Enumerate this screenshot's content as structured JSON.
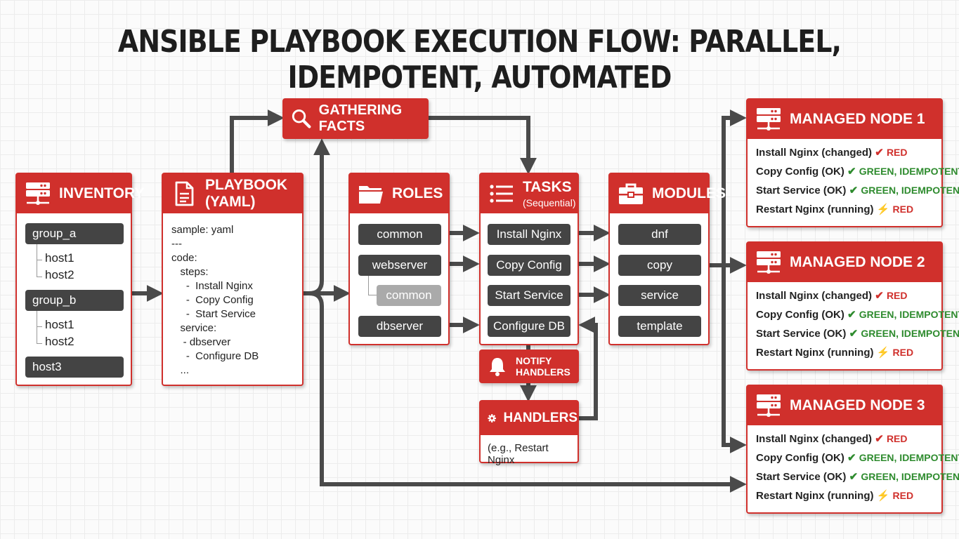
{
  "title": "ANSIBLE PLAYBOOK EXECUTION FLOW: PARALLEL, IDEMPOTENT, AUTOMATED",
  "inventory": {
    "header": "INVENTORY",
    "icon": "server-icon",
    "groups": [
      {
        "name": "group_a",
        "hosts": [
          "host1",
          "host2"
        ]
      },
      {
        "name": "group_b",
        "hosts": [
          "host1",
          "host2"
        ]
      },
      {
        "name": "host3",
        "hosts": []
      }
    ]
  },
  "playbook": {
    "header": "PLAYBOOK (YAML)",
    "icon": "document-icon",
    "lines": [
      "sample: yaml",
      "---",
      "code:",
      "   steps:",
      "     -  Install Nginx",
      "     -  Copy Config",
      "     -  Start Service",
      "   service:",
      "    - dbserver",
      "     -  Configure DB",
      "   ..."
    ]
  },
  "gathering_facts": {
    "label": "GATHERING FACTS",
    "icon": "search-icon"
  },
  "roles": {
    "header": "ROLES",
    "icon": "folder-icon",
    "items": [
      "common",
      "webserver",
      "common",
      "dbserver"
    ]
  },
  "tasks": {
    "header": "TASKS",
    "subheader": "(Sequential)",
    "icon": "list-icon",
    "items": [
      "Install Nginx",
      "Copy Config",
      "Start Service",
      "Configure DB"
    ]
  },
  "notify": {
    "line1": "NOTIFY",
    "line2": "HANDLERS",
    "icon": "bell-icon"
  },
  "handlers": {
    "header": "HANDLERS",
    "icon": "gear-icon",
    "example": "(e.g., Restart Nginx"
  },
  "modules": {
    "header": "MODULES",
    "icon": "toolbox-icon",
    "items": [
      "dnf",
      "copy",
      "service",
      "template"
    ]
  },
  "nodes": [
    {
      "title": "MANAGED NODE 1",
      "rows": [
        {
          "task": "Install Nginx (changed)",
          "mark": "✔",
          "status": "RED",
          "color": "red"
        },
        {
          "task": "Copy Config (OK)",
          "mark": "✔",
          "status": "GREEN, IDEMPOTENT",
          "color": "green"
        },
        {
          "task": "Start Service (OK)",
          "mark": "✔",
          "status": "GREEN, IDEMPOTENT",
          "color": "green"
        },
        {
          "task": "Restart Nginx (running)",
          "mark": "⚡",
          "status": "RED",
          "color": "red"
        }
      ]
    },
    {
      "title": "MANAGED NODE 2",
      "rows": [
        {
          "task": "Install Nginx (changed)",
          "mark": "✔",
          "status": "RED",
          "color": "red"
        },
        {
          "task": "Copy Config (OK)",
          "mark": "✔",
          "status": "GREEN, IDEMPOTENT",
          "color": "green"
        },
        {
          "task": "Start Service (OK)",
          "mark": "✔",
          "status": "GREEN, IDEMPOTENT",
          "color": "green"
        },
        {
          "task": "Restart Nginx (running)",
          "mark": "⚡",
          "status": "RED",
          "color": "red"
        }
      ]
    },
    {
      "title": "MANAGED NODE 3",
      "rows": [
        {
          "task": "Install Nginx (changed)",
          "mark": "✔",
          "status": "RED",
          "color": "red"
        },
        {
          "task": "Copy Config (OK)",
          "mark": "✔",
          "status": "GREEN, IDEMPOTENT",
          "color": "green"
        },
        {
          "task": "Start Service (OK)",
          "mark": "✔",
          "status": "GREEN, IDEMPOTENT",
          "color": "green"
        },
        {
          "task": "Restart Nginx (running)",
          "mark": "⚡",
          "status": "RED",
          "color": "red"
        }
      ]
    }
  ],
  "colors": {
    "accent": "#d0302c",
    "pill": "#444444",
    "arrow": "#4a4a4a",
    "ok": "#2e8b2e",
    "warn": "#f0b400"
  }
}
